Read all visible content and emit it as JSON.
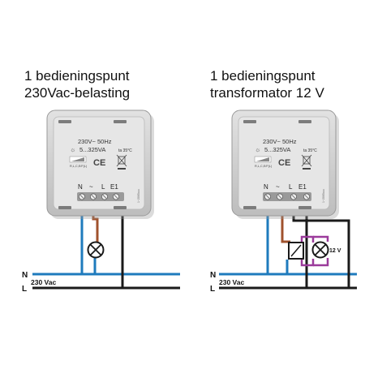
{
  "left_panel": {
    "title_line1": "1 bedieningspunt",
    "title_line2": "230Vac-belasting",
    "spec_line1": "230V~ 50Hz",
    "spec_line2": "5...325VA",
    "temp": "ta 35°C",
    "ce": "CE",
    "dim_label": "R,L,C,E/F(L)",
    "terminals": [
      "N",
      "~",
      "L",
      "E1"
    ],
    "side_code": "1~2065xxx",
    "wire_n": "N",
    "wire_l": "L",
    "voltage": "230 Vac"
  },
  "right_panel": {
    "title_line1": "1 bedieningspunt",
    "title_line2": "transformator 12 V",
    "spec_line1": "230V~ 50Hz",
    "spec_line2": "5...325VA",
    "temp": "ta 35°C",
    "ce": "CE",
    "dim_label": "R,L,C,E/F(L)",
    "terminals": [
      "N",
      "~",
      "L",
      "E1"
    ],
    "side_code": "1~2065xxx",
    "wire_n": "N",
    "wire_l": "L",
    "voltage": "230 Vac",
    "lamp_voltage": "12 V"
  },
  "colors": {
    "neutral_blue": "#1f7bbd",
    "live_brown": "#a0522d",
    "black_wire": "#1a1a1a",
    "secondary_purple": "#9b3b9b",
    "device_gray": "#d0d0d0"
  }
}
